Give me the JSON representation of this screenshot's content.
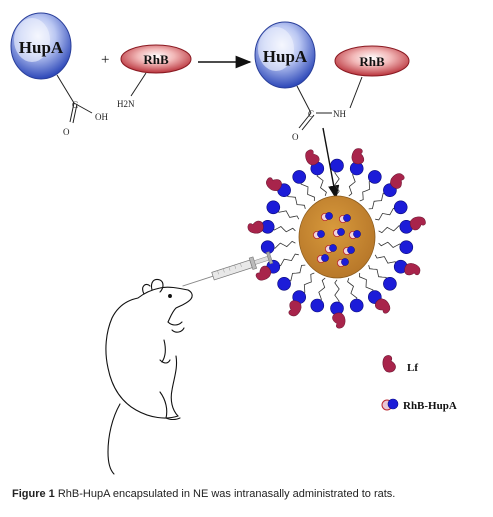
{
  "reaction": {
    "hupa_label": "HupA",
    "rhb_label": "RhB",
    "plus": "+",
    "nh2": "H2N",
    "carbon": "C",
    "oxygen": "O",
    "oh": "OH",
    "nh": "NH",
    "product_hupa_label": "HupA",
    "product_rhb_label": "RhB"
  },
  "legend": {
    "lf_label": "Lf",
    "conjugate_label": "RhB-HupA"
  },
  "caption": {
    "prefix": "Figure 1",
    "text": "RhB-HupA encapsulated in NE was intranasally administrated to rats."
  },
  "colors": {
    "hupa_blue": "#3a57c9",
    "hupa_light": "#d6defa",
    "rhb_red": "#b8242d",
    "micelle_blue": "#1c1cd8",
    "lf_red": "#a8244b",
    "core_orange": "#c98a2e"
  }
}
